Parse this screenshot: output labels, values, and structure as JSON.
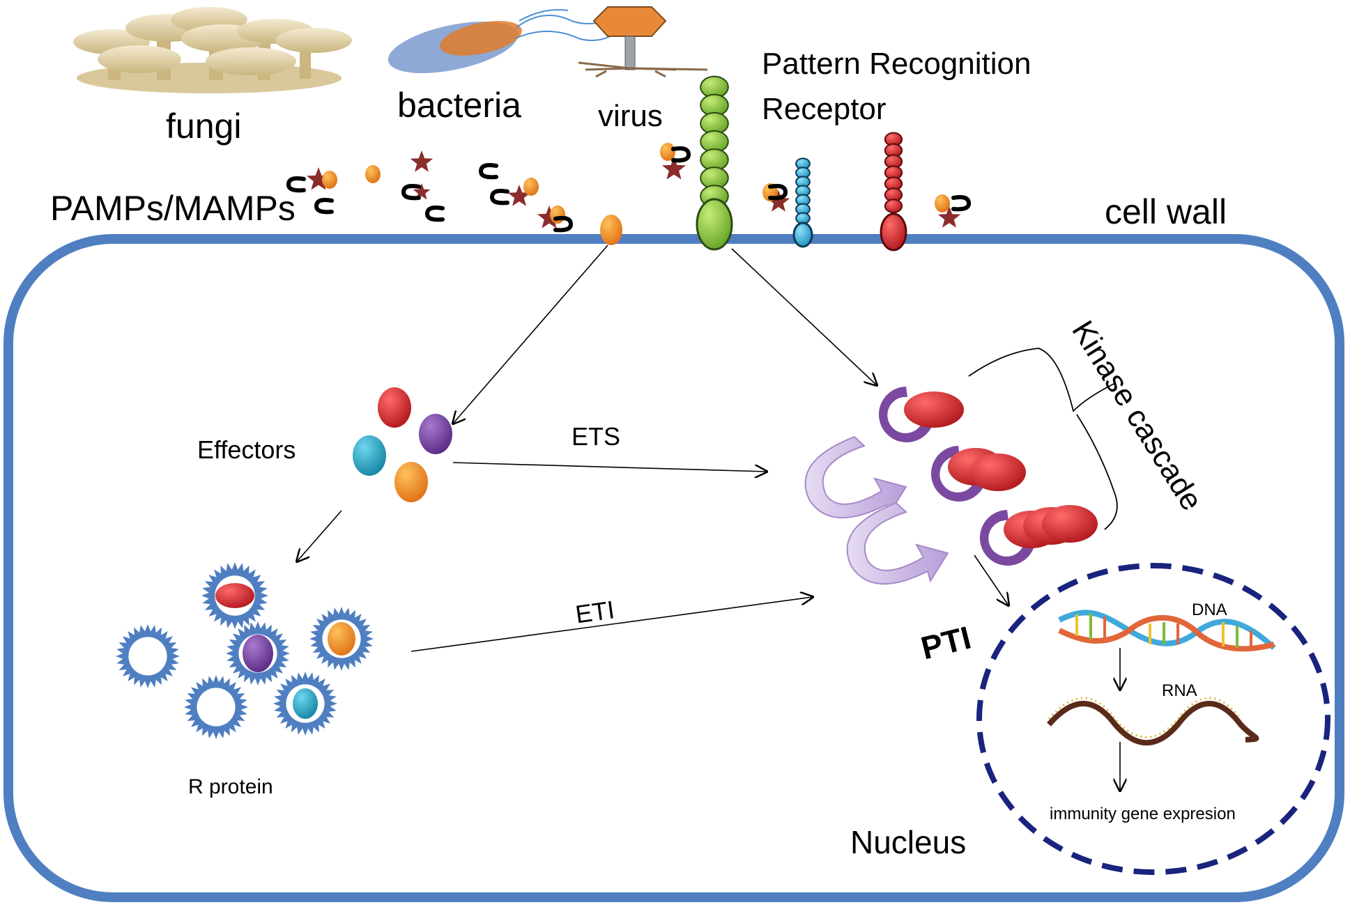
{
  "labels": {
    "fungi": "fungi",
    "bacteria": "bacteria",
    "virus": "virus",
    "prr_line1": "Pattern Recognition",
    "prr_line2": "Receptor",
    "pamps": "PAMPs/MAMPs",
    "cell_wall": "cell wall",
    "effectors": "Effectors",
    "ets": "ETS",
    "eti": "ETI",
    "r_protein": "R protein",
    "kinase_cascade": "Kinase cascade",
    "pti": "PTI",
    "dna": "DNA",
    "rna": "RNA",
    "immunity": "immunity gene expresion",
    "nucleus": "Nucleus"
  },
  "colors": {
    "cell_wall": "#4f7fc1",
    "nucleus_border": "#1a237e",
    "effector_red": "#c8262d",
    "effector_purple": "#7b4aa0",
    "effector_teal": "#25a7c4",
    "effector_orange": "#ef8a1e",
    "receptor_green": "#8cc63f",
    "receptor_blue": "#3ab7e0",
    "receptor_red": "#d8313a",
    "pamp_star": "#8b2d2d"
  }
}
